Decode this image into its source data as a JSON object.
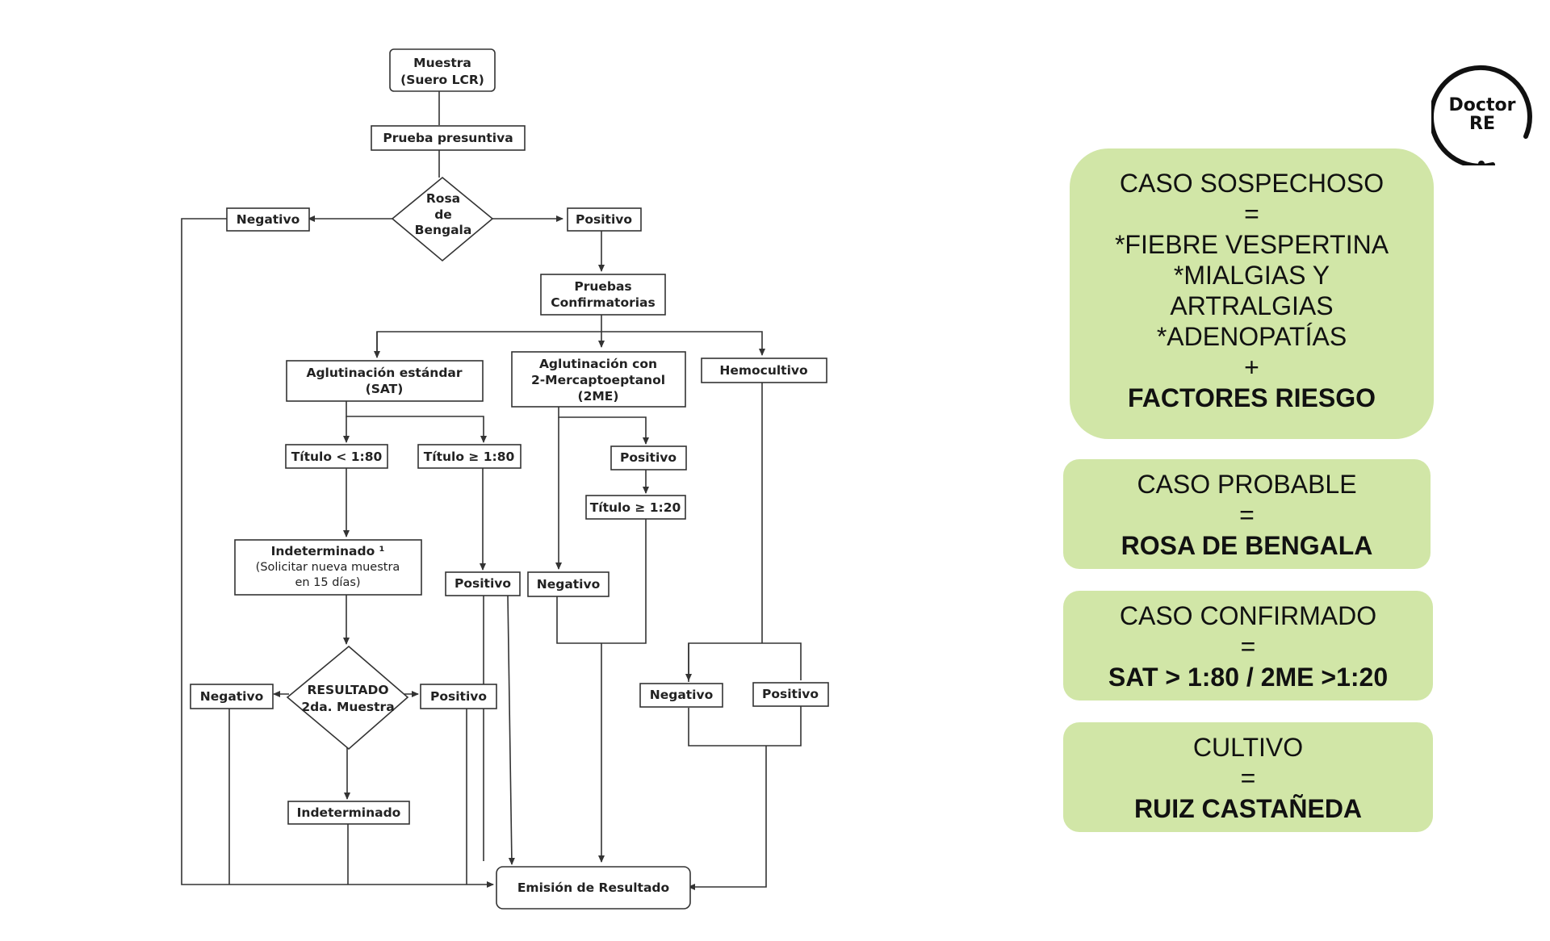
{
  "flowchart": {
    "muestra": [
      "Muestra",
      "(Suero LCR)"
    ],
    "prueba_presuntiva": "Prueba presuntiva",
    "rosa_bengala": [
      "Rosa",
      "de",
      "Bengala"
    ],
    "negativo_top": "Negativo",
    "positivo_top": "Positivo",
    "pruebas_confirmatorias": [
      "Pruebas",
      "Confirmatorias"
    ],
    "sat": [
      "Aglutinación estándar",
      "(SAT)"
    ],
    "me2": [
      "Aglutinación con",
      "2-Mercaptoeptanol",
      "(2ME)"
    ],
    "hemocultivo": "Hemocultivo",
    "titulo_lt": "Título < 1:80",
    "titulo_ge": "Título ≥ 1:80",
    "positivo_2me": "Positivo",
    "titulo_120": "Título ≥ 1:20",
    "indeterminado_1": [
      "Indeterminado ¹",
      "(Solicitar nueva muestra",
      "en 15 días)"
    ],
    "positivo_sat": "Positivo",
    "negativo_2me": "Negativo",
    "resultado": [
      "RESULTADO",
      "2da. Muestra"
    ],
    "negativo_res": "Negativo",
    "positivo_res": "Positivo",
    "negativo_hemo": "Negativo",
    "positivo_hemo": "Positivo",
    "indeterminado_2": "Indeterminado",
    "emision": "Emisión de Resultado"
  },
  "logo": {
    "line1": "Doctor",
    "line2": "RE"
  },
  "cases": [
    {
      "lines": [
        "CASO SOSPECHOSO",
        "=",
        "*FIEBRE VESPERTINA",
        "*MIALGIAS Y",
        "ARTRALGIAS",
        "*ADENOPATÍAS",
        "+"
      ],
      "bold": "FACTORES RIESGO"
    },
    {
      "lines": [
        "CASO PROBABLE",
        "="
      ],
      "bold": "ROSA DE BENGALA"
    },
    {
      "lines": [
        "CASO CONFIRMADO",
        "="
      ],
      "bold": "SAT > 1:80 / 2ME >1:20"
    },
    {
      "lines": [
        "CULTIVO",
        "="
      ],
      "bold": "RUIZ CASTAÑEDA"
    }
  ],
  "colors": {
    "case_bg": "#d1e6a7",
    "line": "#333333"
  }
}
